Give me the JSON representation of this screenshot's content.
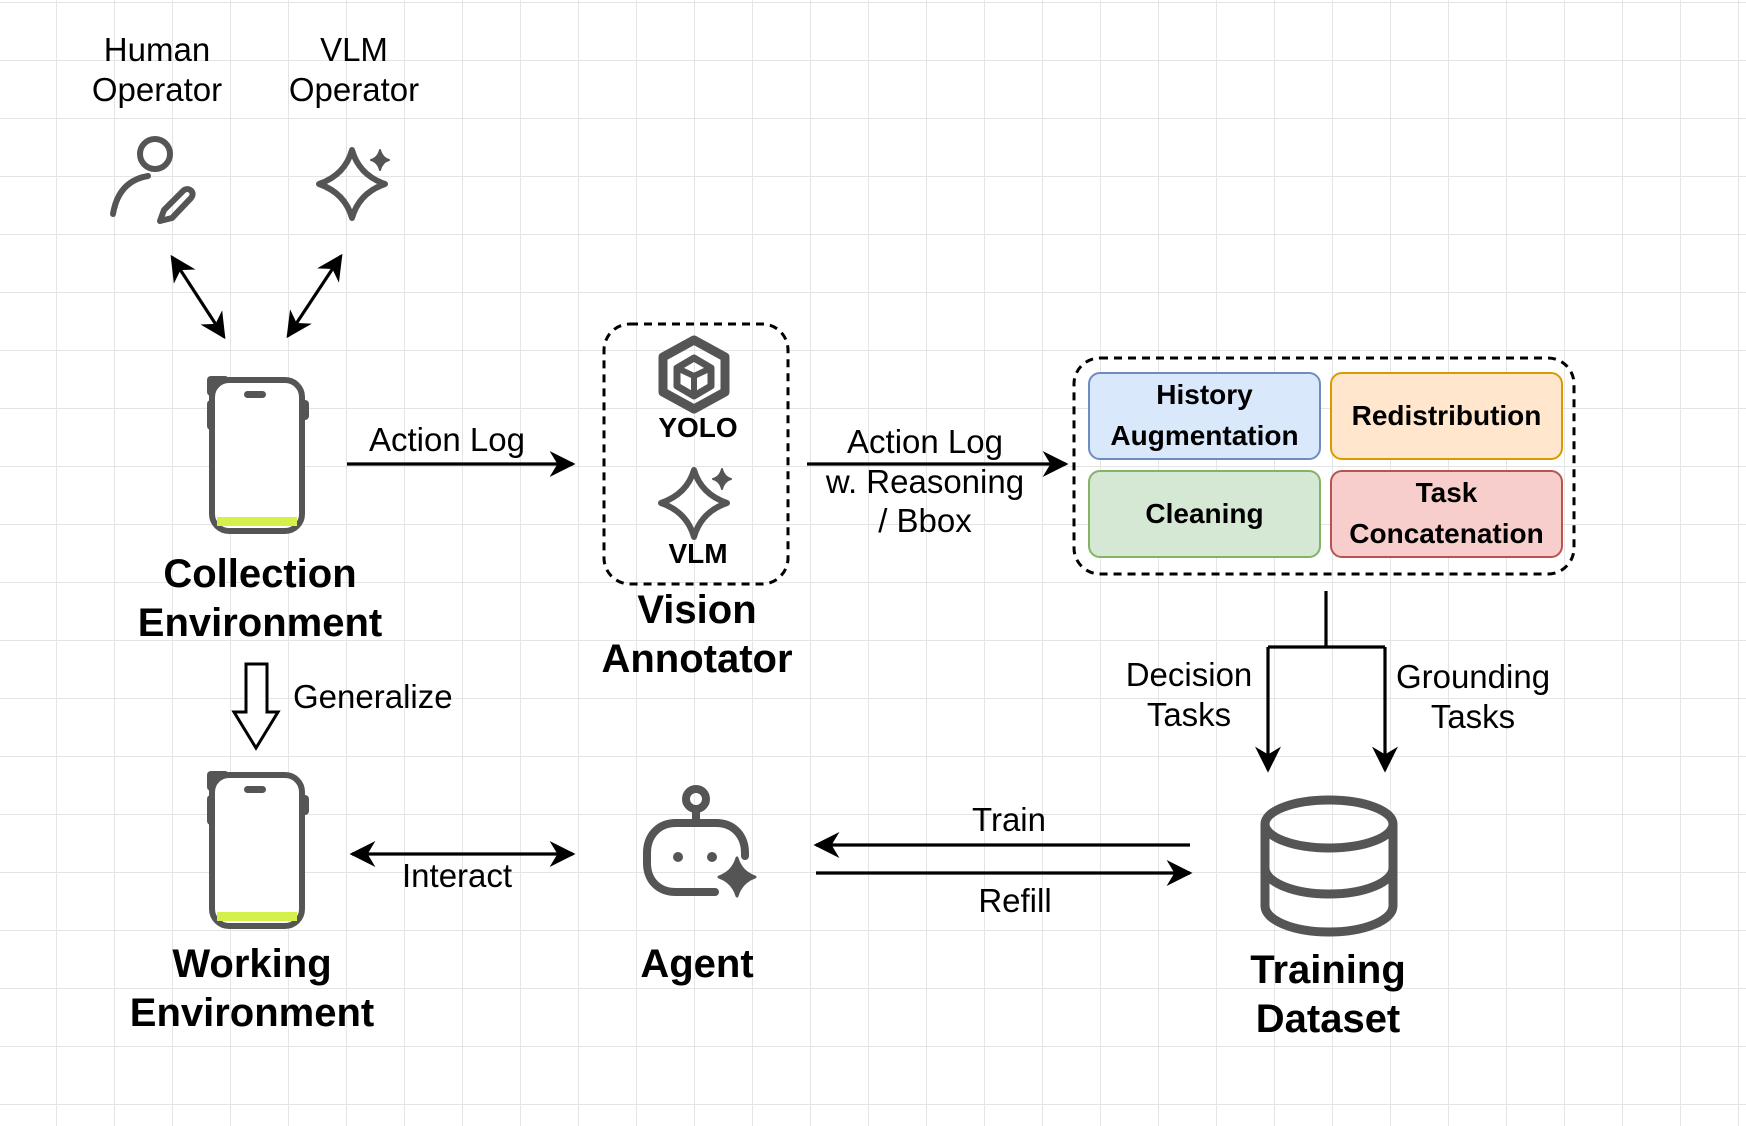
{
  "operators": {
    "human": "Human\nOperator",
    "vlm": "VLM\nOperator"
  },
  "environments": {
    "collection": "Collection\nEnvironment",
    "working": "Working\nEnvironment"
  },
  "annotator": {
    "yolo": "YOLO",
    "vlm": "VLM",
    "title": "Vision\nAnnotator"
  },
  "processing": {
    "history_augmentation": "History\nAugmentation",
    "redistribution": "Redistribution",
    "cleaning": "Cleaning",
    "task_concatenation": "Task\nConcatenation"
  },
  "edges": {
    "action_log": "Action Log",
    "action_log_reasoning": "Action Log\nw. Reasoning\n/ Bbox",
    "generalize": "Generalize",
    "interact": "Interact",
    "train": "Train",
    "refill": "Refill",
    "decision_tasks": "Decision\nTasks",
    "grounding_tasks": "Grounding\nTasks"
  },
  "agent": "Agent",
  "dataset": "Training\nDataset",
  "colors": {
    "icon_gray": "#555555",
    "screen_accent": "#d4f04a",
    "history_fill": "#dae8fc",
    "history_border": "#6c8ebf",
    "redistribution_fill": "#ffe6cc",
    "redistribution_border": "#d79b00",
    "cleaning_fill": "#d5e8d4",
    "cleaning_border": "#82b366",
    "task_fill": "#f8cecc",
    "task_border": "#b85450"
  }
}
